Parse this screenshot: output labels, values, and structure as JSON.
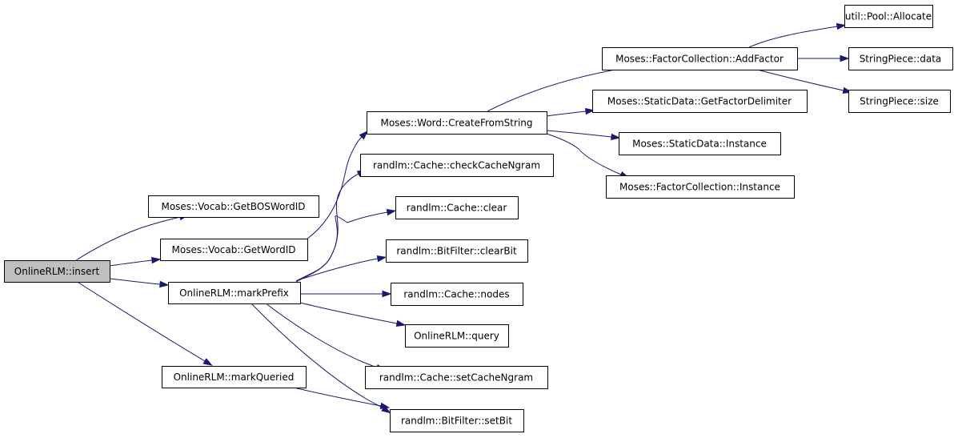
{
  "diagram": {
    "root_color": "#bfbfbf",
    "edge_color": "#191970",
    "nodes": {
      "insert": "OnlineRLM::insert",
      "getBOSWordID": "Moses::Vocab::GetBOSWordID",
      "getWordID": "Moses::Vocab::GetWordID",
      "markPrefix": "OnlineRLM::markPrefix",
      "markQueried": "OnlineRLM::markQueried",
      "createFromString": "Moses::Word::CreateFromString",
      "checkCacheNgram": "randlm::Cache::checkCacheNgram",
      "cacheClear": "randlm::Cache::clear",
      "clearBit": "randlm::BitFilter::clearBit",
      "cacheNodes": "randlm::Cache::nodes",
      "query": "OnlineRLM::query",
      "setCacheNgram": "randlm::Cache::setCacheNgram",
      "setBit": "randlm::BitFilter::setBit",
      "addFactor": "Moses::FactorCollection::AddFactor",
      "getFactorDelimiter": "Moses::StaticData::GetFactorDelimiter",
      "staticDataInstance": "Moses::StaticData::Instance",
      "factorCollectionInstance": "Moses::FactorCollection::Instance",
      "poolAllocate": "util::Pool::Allocate",
      "stringPieceData": "StringPiece::data",
      "stringPieceSize": "StringPiece::size"
    },
    "edges": [
      [
        "insert",
        "getBOSWordID"
      ],
      [
        "insert",
        "getWordID"
      ],
      [
        "insert",
        "markPrefix"
      ],
      [
        "insert",
        "markQueried"
      ],
      [
        "getWordID",
        "createFromString"
      ],
      [
        "markPrefix",
        "checkCacheNgram"
      ],
      [
        "markPrefix",
        "cacheClear"
      ],
      [
        "markPrefix",
        "clearBit"
      ],
      [
        "markPrefix",
        "cacheNodes"
      ],
      [
        "markPrefix",
        "query"
      ],
      [
        "markPrefix",
        "setCacheNgram"
      ],
      [
        "markPrefix",
        "setBit"
      ],
      [
        "markQueried",
        "setBit"
      ],
      [
        "createFromString",
        "addFactor"
      ],
      [
        "createFromString",
        "getFactorDelimiter"
      ],
      [
        "createFromString",
        "staticDataInstance"
      ],
      [
        "createFromString",
        "factorCollectionInstance"
      ],
      [
        "addFactor",
        "poolAllocate"
      ],
      [
        "addFactor",
        "stringPieceData"
      ],
      [
        "addFactor",
        "stringPieceSize"
      ]
    ]
  }
}
